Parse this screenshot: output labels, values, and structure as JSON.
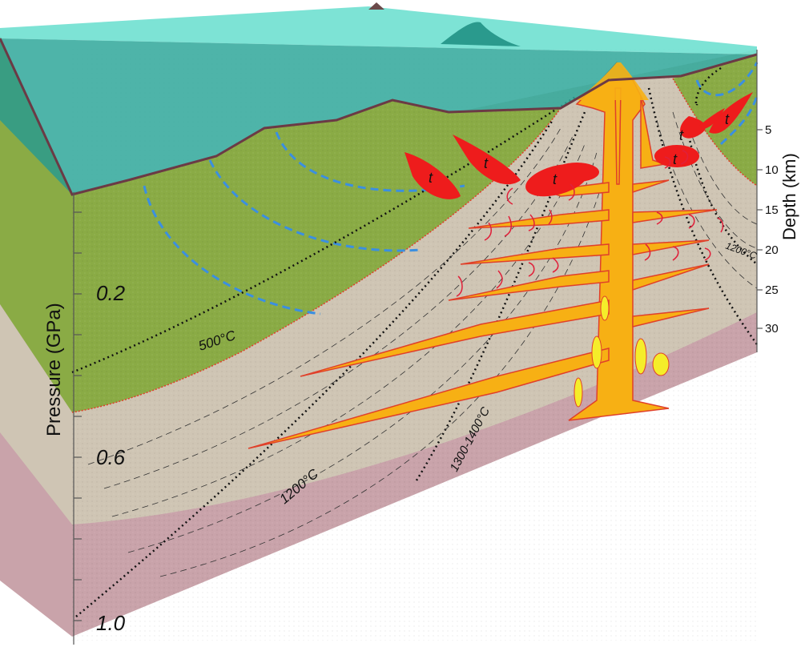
{
  "axes": {
    "pressure_title": "Pressure (GPa)",
    "pressure_ticks": [
      "0.2",
      "0.6",
      "1.0"
    ],
    "depth_title": "Depth (km)",
    "depth_ticks": [
      "5",
      "10",
      "15",
      "20",
      "25",
      "30"
    ]
  },
  "isotherms": {
    "t500": "500°C",
    "t1200": "1200°C",
    "t1300": "1300-1400°C",
    "t1200_right": "1200°C"
  },
  "mineral_label": "t",
  "colors": {
    "water": "#2fa79a",
    "water_top": "#6fe0d0",
    "crust_upper": "#8aab45",
    "crust_middle": "#cfc5b4",
    "crust_lower": "#c8a0a8",
    "magma": "#f7b014",
    "melt_pods": "#ee1c1c",
    "isograd": "#3b8fe0"
  }
}
